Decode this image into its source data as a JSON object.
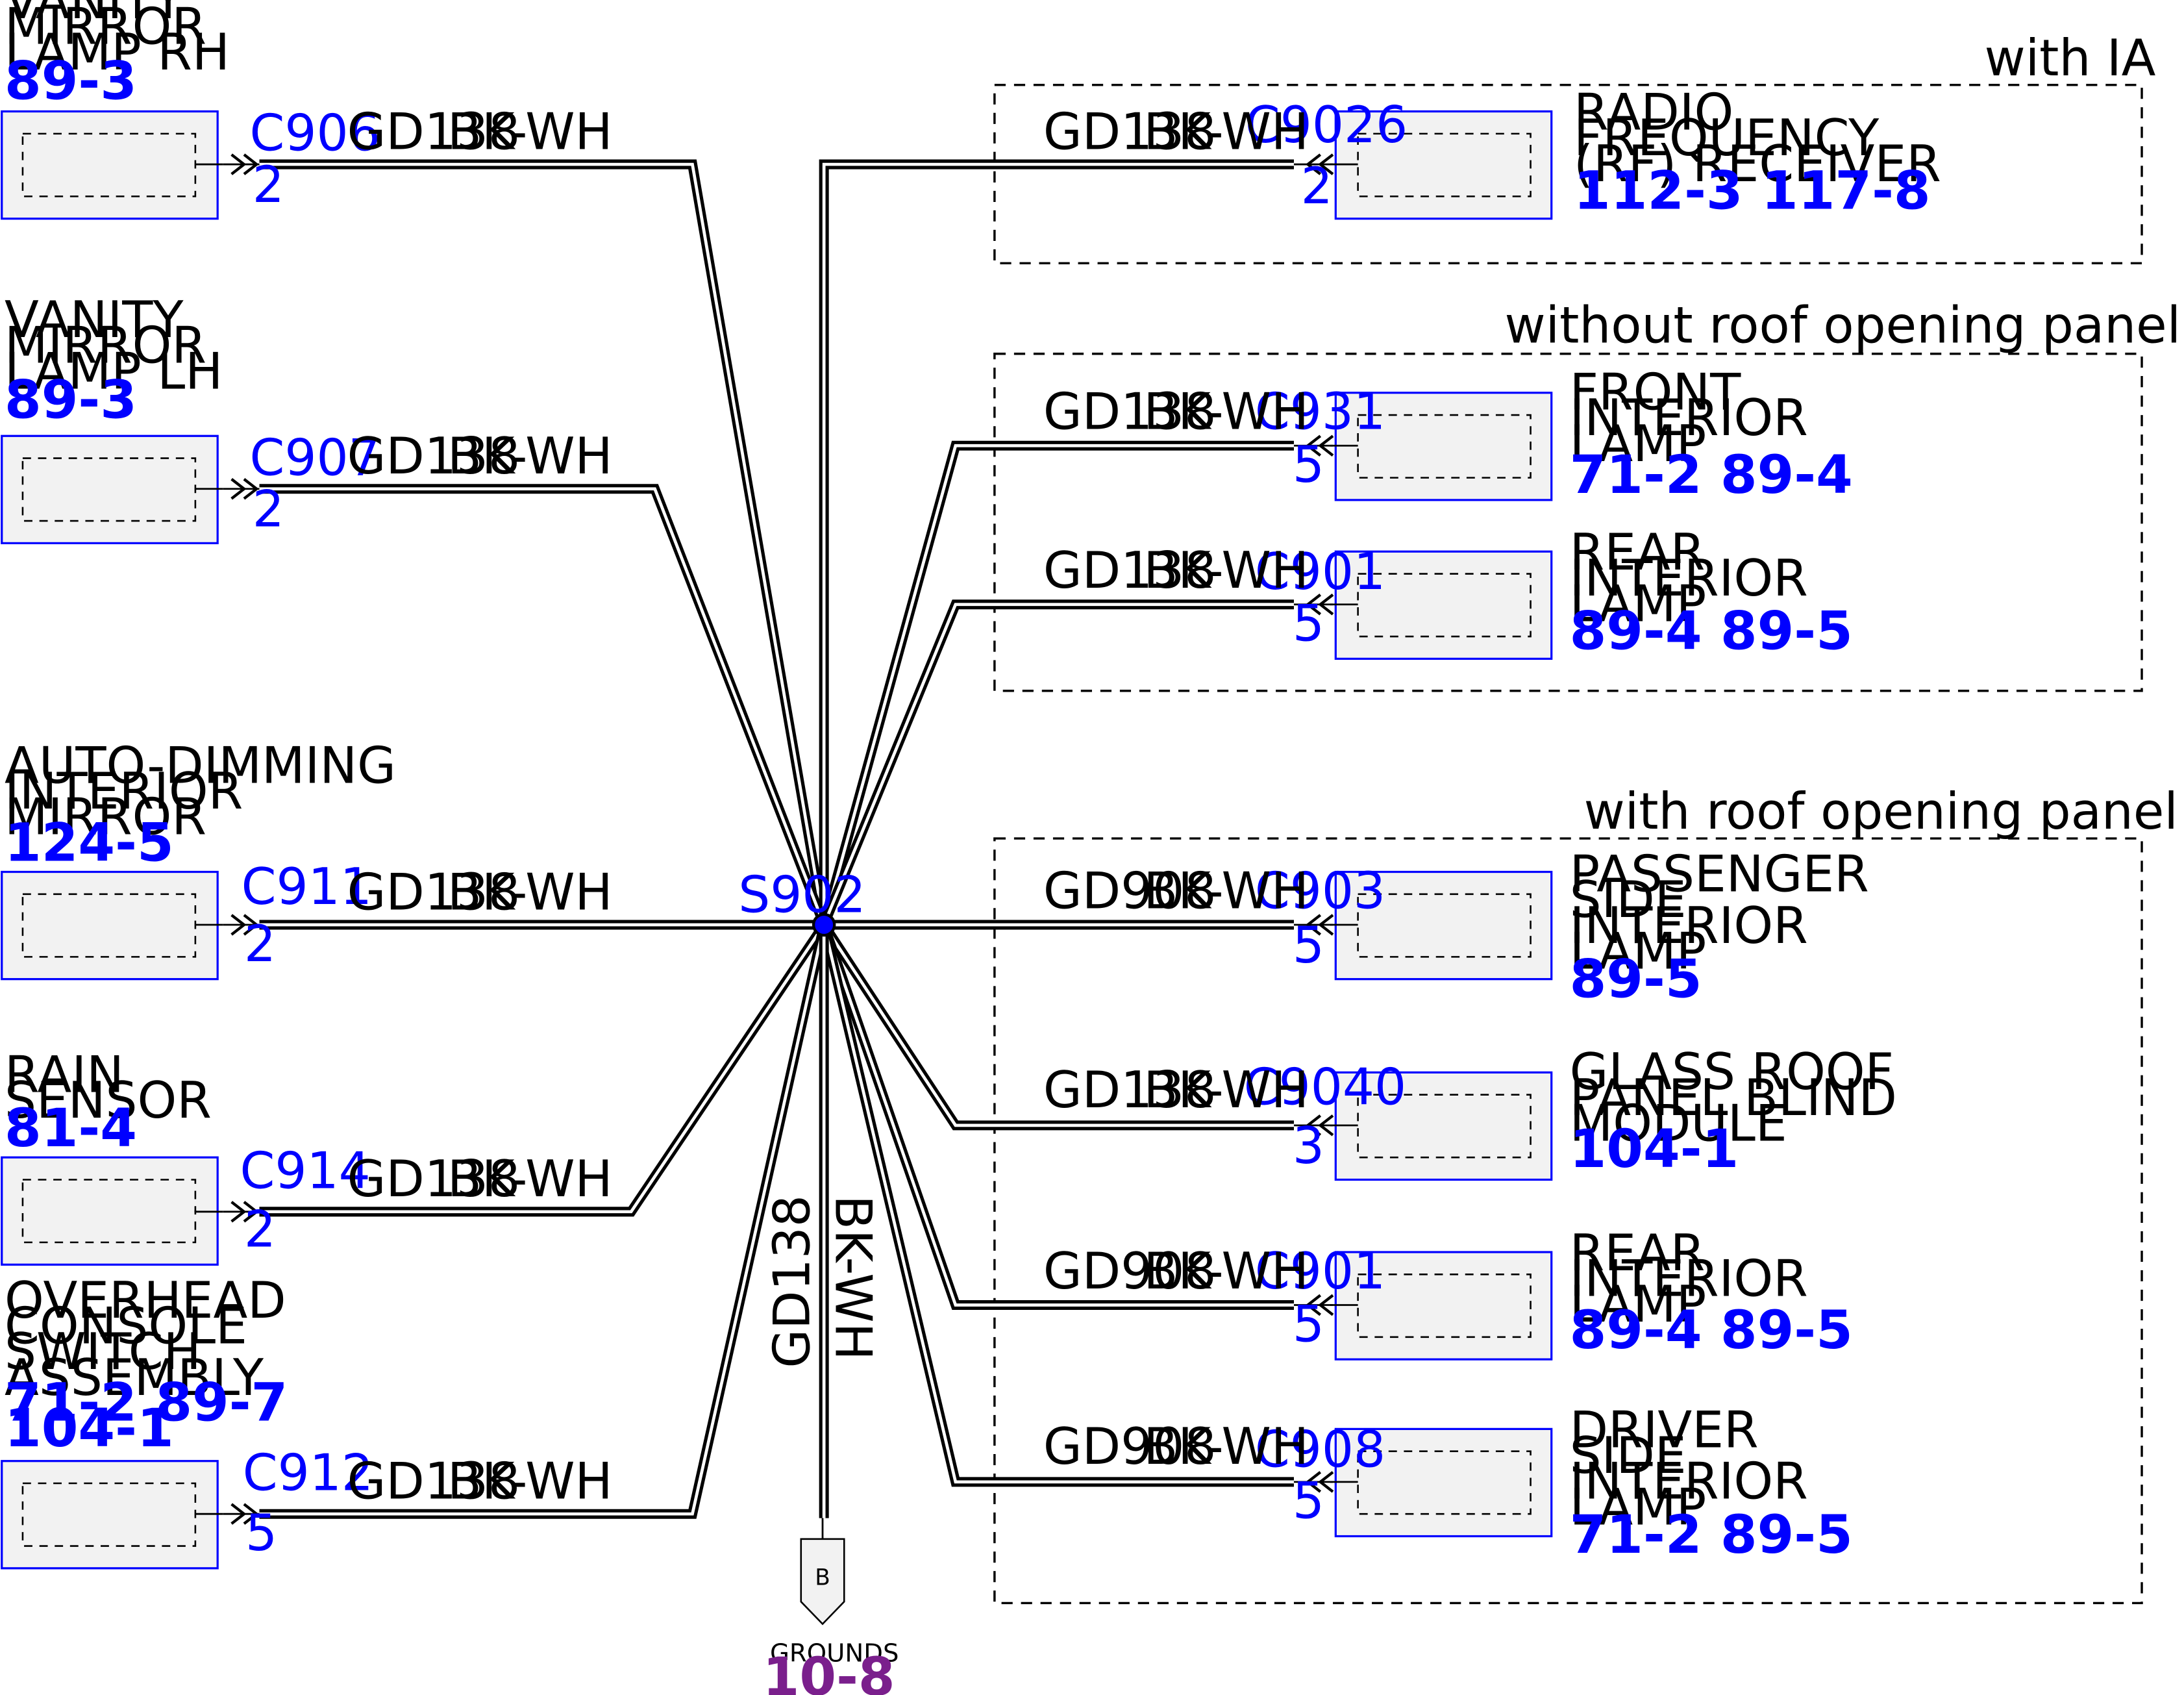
{
  "splice": {
    "id": "S902"
  },
  "option_groups": [
    {
      "label": "with IA"
    },
    {
      "label": "without roof opening panel"
    },
    {
      "label": "with roof opening panel"
    }
  ],
  "left_components": [
    {
      "name_lines": [
        "VANITY",
        "MIRROR",
        "LAMP RH"
      ],
      "refs": [
        "89-3"
      ],
      "connector": "C906",
      "pin": "2",
      "circuit": "GD138",
      "color": "BK-WH"
    },
    {
      "name_lines": [
        "VANITY",
        "MIRROR",
        "LAMP LH"
      ],
      "refs": [
        "89-3"
      ],
      "connector": "C907",
      "pin": "2",
      "circuit": "GD138",
      "color": "BK-WH"
    },
    {
      "name_lines": [
        "AUTO-DIMMING",
        "INTERIOR",
        "MIRROR"
      ],
      "refs": [
        "124-5"
      ],
      "connector": "C911",
      "pin": "2",
      "circuit": "GD138",
      "color": "BK-WH"
    },
    {
      "name_lines": [
        "RAIN",
        "SENSOR"
      ],
      "refs": [
        "81-4"
      ],
      "connector": "C914",
      "pin": "2",
      "circuit": "GD138",
      "color": "BK-WH"
    },
    {
      "name_lines": [
        "OVERHEAD",
        "CONSOLE",
        "SWITCH",
        "ASSEMBLY"
      ],
      "refs": [
        "71-2   89-7",
        "104-1"
      ],
      "connector": "C912",
      "pin": "5",
      "circuit": "GD138",
      "color": "BK-WH"
    }
  ],
  "right_components": [
    {
      "name_lines": [
        "RADIO",
        "FREQUENCY",
        "(RF) RECEIVER"
      ],
      "refs": [
        "112-3 117-8"
      ],
      "connector": "C9026",
      "pin": "2",
      "circuit": "GD138",
      "color": "BK-WH"
    },
    {
      "name_lines": [
        "FRONT",
        "INTERIOR",
        "LAMP"
      ],
      "refs": [
        "71-2   89-4"
      ],
      "connector": "C931",
      "pin": "5",
      "circuit": "GD138",
      "color": "BK-WH"
    },
    {
      "name_lines": [
        "REAR",
        "INTERIOR",
        "LAMP"
      ],
      "refs": [
        "89-4   89-5"
      ],
      "connector": "C901",
      "pin": "5",
      "circuit": "GD138",
      "color": "BK-WH"
    },
    {
      "name_lines": [
        "PASSENGER",
        "SIDE",
        "INTERIOR",
        "LAMP"
      ],
      "refs": [
        "89-5"
      ],
      "connector": "C903",
      "pin": "5",
      "circuit": "GD908",
      "color": "BK-WH"
    },
    {
      "name_lines": [
        "GLASS ROOF",
        "PANEL BLIND",
        "MODULE"
      ],
      "refs": [
        "104-1"
      ],
      "connector": "C9040",
      "pin": "3",
      "circuit": "GD138",
      "color": "BK-WH"
    },
    {
      "name_lines": [
        "REAR",
        "INTERIOR",
        "LAMP"
      ],
      "refs": [
        "89-4   89-5"
      ],
      "connector": "C901",
      "pin": "5",
      "circuit": "GD908",
      "color": "BK-WH"
    },
    {
      "name_lines": [
        "DRIVER",
        "SIDE",
        "INTERIOR",
        "LAMP"
      ],
      "refs": [
        "71-2   89-5"
      ],
      "connector": "C908",
      "pin": "5",
      "circuit": "GD908",
      "color": "BK-WH"
    }
  ],
  "ground": {
    "circuit": "GD138",
    "color": "BK-WH",
    "symbol": "B",
    "label": "GROUNDS",
    "ref": "10-8"
  },
  "colors": {
    "connector_blue": "#0000ff",
    "ref_blue": "#0000ff",
    "ground_ref": "#7a1f8c",
    "box_fill": "#f2f2f2",
    "wire": "#000000"
  }
}
